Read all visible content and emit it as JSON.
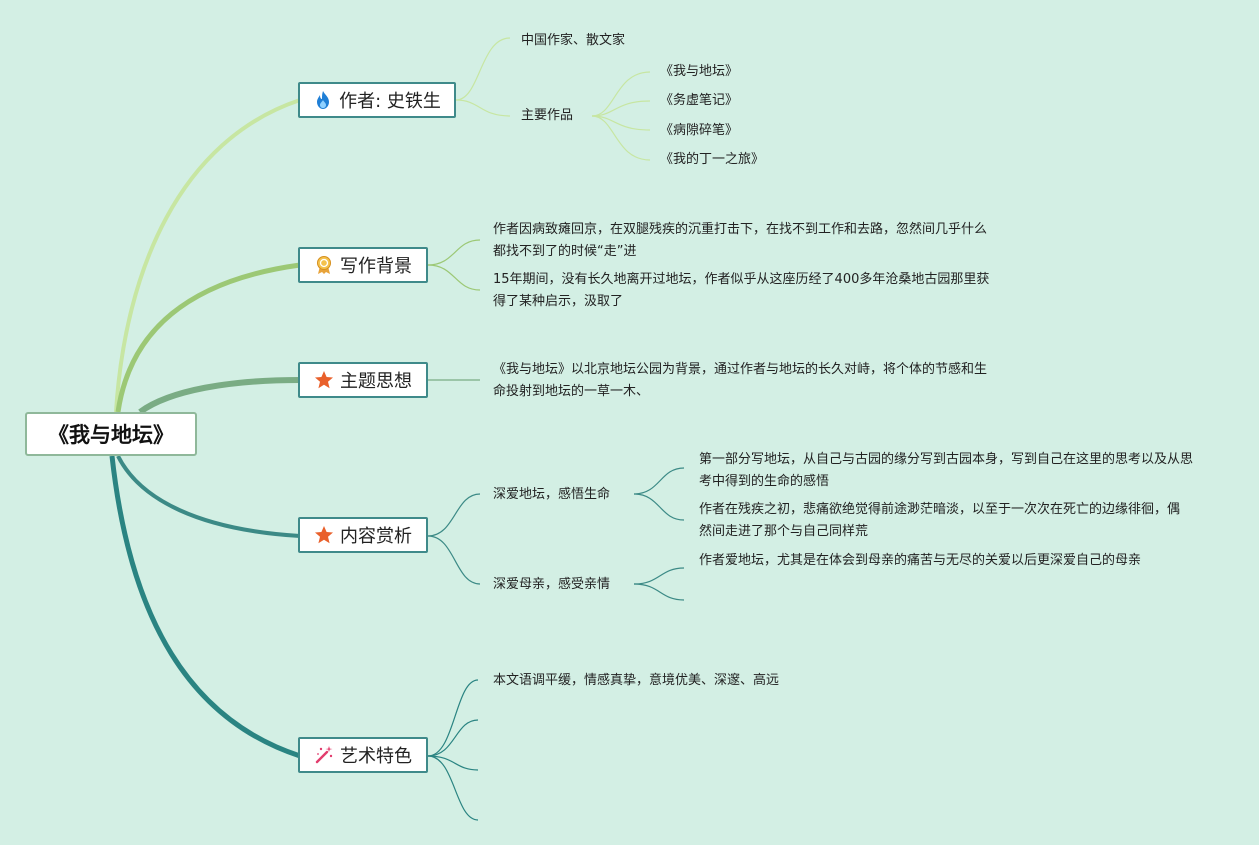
{
  "root": {
    "title": "《我与地坛》"
  },
  "branches": {
    "author": {
      "label": "作者: 史铁生",
      "icon": "fire-icon",
      "identity": "中国作家、散文家",
      "works_label": "主要作品",
      "works": [
        "《我与地坛》",
        "《务虚笔记》",
        "《病隙碎笔》",
        "《我的丁一之旅》"
      ]
    },
    "background": {
      "label": "写作背景",
      "icon": "award-ribbon-icon",
      "items": [
        "作者因病致瘫回京，在双腿残疾的沉重打击下，在找不到工作和去路，忽然间几乎什么都找不到了的时候“走”进",
        "15年期间，没有长久地离开过地坛，作者似乎从这座历经了400多年沧桑地古园那里获得了某种启示，汲取了"
      ]
    },
    "theme": {
      "label": "主题思想",
      "icon": "star-icon",
      "text": "《我与地坛》以北京地坛公园为背景，通过作者与地坛的长久对峙，将个体的节感和生命投射到地坛的一草一木、"
    },
    "content": {
      "label": "内容赏析",
      "icon": "star-icon",
      "groups": [
        {
          "title": "深爱地坛，感悟生命",
          "items": [
            "第一部分写地坛，从自己与古园的缘分写到古园本身，写到自己在这里的思考以及从思考中得到的生命的感悟",
            "作者在残疾之初，悲痛欲绝觉得前途渺茫暗淡，以至于一次次在死亡的边缘徘徊，偶然间走进了那个与自己同样荒"
          ]
        },
        {
          "title": "深爱母亲，感受亲情",
          "items": [
            "作者爱地坛，尤其是在体会到母亲的痛苦与无尽的关爱以后更深爱自己的母亲"
          ]
        }
      ]
    },
    "art": {
      "label": "艺术特色",
      "icon": "magic-wand-icon",
      "items": [
        "本文语调平缓，情感真挚，意境优美、深邃、高远"
      ]
    }
  },
  "colors": {
    "background": "#d3efe4",
    "author_line": "#c7e6a2",
    "background_line": "#9cc875",
    "theme_line": "#7aac84",
    "content_line": "#3c8a86",
    "art_line": "#2a8482"
  }
}
